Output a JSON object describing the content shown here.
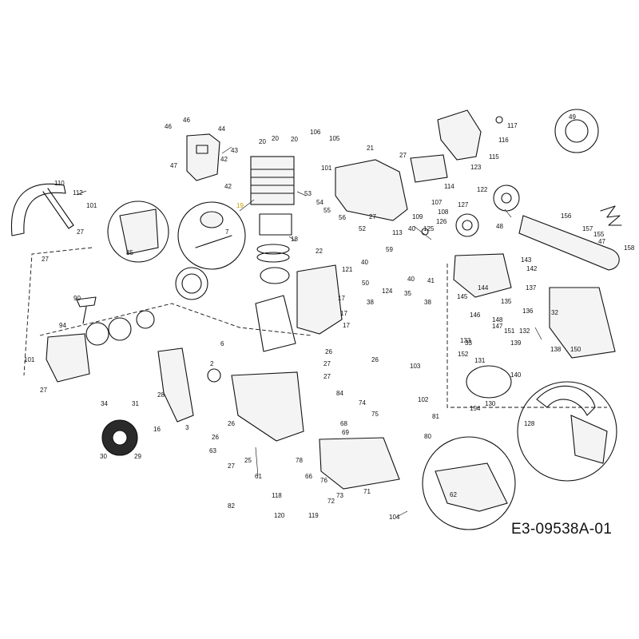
{
  "document_code": "E3-09538A-01",
  "highlight_color": "#c9a000",
  "callouts": [
    {
      "id": "c46a",
      "text": "46",
      "hl": false
    },
    {
      "id": "c46b",
      "text": "46",
      "hl": false
    },
    {
      "id": "c44",
      "text": "44",
      "hl": false
    },
    {
      "id": "c43",
      "text": "43",
      "hl": false
    },
    {
      "id": "c42a",
      "text": "42",
      "hl": false
    },
    {
      "id": "c42b",
      "text": "42",
      "hl": false
    },
    {
      "id": "c47a",
      "text": "47",
      "hl": false
    },
    {
      "id": "c20a",
      "text": "20",
      "hl": false
    },
    {
      "id": "c20b",
      "text": "20",
      "hl": false
    },
    {
      "id": "c20c",
      "text": "20",
      "hl": false
    },
    {
      "id": "c106",
      "text": "106",
      "hl": false
    },
    {
      "id": "c105",
      "text": "105",
      "hl": false
    },
    {
      "id": "c21",
      "text": "21",
      "hl": false
    },
    {
      "id": "c101a",
      "text": "101",
      "hl": false
    },
    {
      "id": "c117",
      "text": "117",
      "hl": false
    },
    {
      "id": "c116",
      "text": "116",
      "hl": false
    },
    {
      "id": "c49",
      "text": "49",
      "hl": false
    },
    {
      "id": "c115",
      "text": "115",
      "hl": false
    },
    {
      "id": "c27a",
      "text": "27",
      "hl": false
    },
    {
      "id": "c114",
      "text": "114",
      "hl": false
    },
    {
      "id": "c123",
      "text": "123",
      "hl": false
    },
    {
      "id": "c122",
      "text": "122",
      "hl": false
    },
    {
      "id": "c110",
      "text": "110",
      "hl": false
    },
    {
      "id": "c112",
      "text": "112",
      "hl": false
    },
    {
      "id": "c101b",
      "text": "101",
      "hl": false
    },
    {
      "id": "c19",
      "text": "19",
      "hl": true
    },
    {
      "id": "c53",
      "text": "53",
      "hl": false
    },
    {
      "id": "c54",
      "text": "54",
      "hl": false
    },
    {
      "id": "c55",
      "text": "55",
      "hl": false
    },
    {
      "id": "c56",
      "text": "56",
      "hl": false
    },
    {
      "id": "c27b",
      "text": "27",
      "hl": false
    },
    {
      "id": "c109",
      "text": "109",
      "hl": false
    },
    {
      "id": "c107",
      "text": "107",
      "hl": false
    },
    {
      "id": "c108",
      "text": "108",
      "hl": false
    },
    {
      "id": "c126",
      "text": "126",
      "hl": false
    },
    {
      "id": "c127",
      "text": "127",
      "hl": false
    },
    {
      "id": "c48",
      "text": "48",
      "hl": false
    },
    {
      "id": "c156",
      "text": "156",
      "hl": false
    },
    {
      "id": "c157",
      "text": "157",
      "hl": false
    },
    {
      "id": "c155",
      "text": "155",
      "hl": false
    },
    {
      "id": "c47b",
      "text": "47",
      "hl": false
    },
    {
      "id": "c158",
      "text": "158",
      "hl": false
    },
    {
      "id": "c27c",
      "text": "27",
      "hl": false
    },
    {
      "id": "c27d",
      "text": "27",
      "hl": false
    },
    {
      "id": "c85",
      "text": "85",
      "hl": false
    },
    {
      "id": "c7",
      "text": "7",
      "hl": false
    },
    {
      "id": "c18",
      "text": "18",
      "hl": false
    },
    {
      "id": "c52",
      "text": "52",
      "hl": false
    },
    {
      "id": "c113",
      "text": "113",
      "hl": false
    },
    {
      "id": "c40a",
      "text": "40",
      "hl": false
    },
    {
      "id": "c40b",
      "text": "40",
      "hl": false
    },
    {
      "id": "c125",
      "text": "125",
      "hl": false
    },
    {
      "id": "c41",
      "text": "41",
      "hl": false
    },
    {
      "id": "c59",
      "text": "59",
      "hl": false
    },
    {
      "id": "c40c",
      "text": "40",
      "hl": false
    },
    {
      "id": "c22",
      "text": "22",
      "hl": false
    },
    {
      "id": "c121",
      "text": "121",
      "hl": false
    },
    {
      "id": "c50",
      "text": "50",
      "hl": false
    },
    {
      "id": "c124",
      "text": "124",
      "hl": false
    },
    {
      "id": "c35",
      "text": "35",
      "hl": false
    },
    {
      "id": "c38a",
      "text": "38",
      "hl": false
    },
    {
      "id": "c38b",
      "text": "38",
      "hl": false
    },
    {
      "id": "c90",
      "text": "90",
      "hl": false
    },
    {
      "id": "c94",
      "text": "94",
      "hl": false
    },
    {
      "id": "c17a",
      "text": "17",
      "hl": false
    },
    {
      "id": "c17b",
      "text": "17",
      "hl": false
    },
    {
      "id": "c17c",
      "text": "17",
      "hl": false
    },
    {
      "id": "c143",
      "text": "143",
      "hl": false
    },
    {
      "id": "c142",
      "text": "142",
      "hl": false
    },
    {
      "id": "c144",
      "text": "144",
      "hl": false
    },
    {
      "id": "c145",
      "text": "145",
      "hl": false
    },
    {
      "id": "c135",
      "text": "135",
      "hl": false
    },
    {
      "id": "c137",
      "text": "137",
      "hl": false
    },
    {
      "id": "c136",
      "text": "136",
      "hl": false
    },
    {
      "id": "c146",
      "text": "146",
      "hl": false
    },
    {
      "id": "c148",
      "text": "148",
      "hl": false
    },
    {
      "id": "c147",
      "text": "147",
      "hl": false
    },
    {
      "id": "c132",
      "text": "132",
      "hl": false
    },
    {
      "id": "c151",
      "text": "151",
      "hl": false
    },
    {
      "id": "c133",
      "text": "133",
      "hl": false
    },
    {
      "id": "c139",
      "text": "139",
      "hl": false
    },
    {
      "id": "c138",
      "text": "138",
      "hl": false
    },
    {
      "id": "c150",
      "text": "150",
      "hl": false
    },
    {
      "id": "c101c",
      "text": "101",
      "hl": false
    },
    {
      "id": "c6",
      "text": "6",
      "hl": false
    },
    {
      "id": "c2",
      "text": "2",
      "hl": false
    },
    {
      "id": "c26a",
      "text": "26",
      "hl": false
    },
    {
      "id": "c26b",
      "text": "26",
      "hl": false
    },
    {
      "id": "c26c",
      "text": "26",
      "hl": false
    },
    {
      "id": "c27e",
      "text": "27",
      "hl": false
    },
    {
      "id": "c27f",
      "text": "27",
      "hl": false
    },
    {
      "id": "c103",
      "text": "103",
      "hl": false
    },
    {
      "id": "c152",
      "text": "152",
      "hl": false
    },
    {
      "id": "c131",
      "text": "131",
      "hl": false
    },
    {
      "id": "c140",
      "text": "140",
      "hl": false
    },
    {
      "id": "c154",
      "text": "154",
      "hl": false
    },
    {
      "id": "c130",
      "text": "130",
      "hl": false
    },
    {
      "id": "c128",
      "text": "128",
      "hl": false
    },
    {
      "id": "c27g",
      "text": "27",
      "hl": false
    },
    {
      "id": "c34",
      "text": "34",
      "hl": false
    },
    {
      "id": "c31",
      "text": "31",
      "hl": false
    },
    {
      "id": "c28",
      "text": "28",
      "hl": false
    },
    {
      "id": "c16",
      "text": "16",
      "hl": false
    },
    {
      "id": "c3",
      "text": "3",
      "hl": false
    },
    {
      "id": "c84",
      "text": "84",
      "hl": false
    },
    {
      "id": "c74",
      "text": "74",
      "hl": false
    },
    {
      "id": "c102",
      "text": "102",
      "hl": false
    },
    {
      "id": "c75",
      "text": "75",
      "hl": false
    },
    {
      "id": "c81",
      "text": "81",
      "hl": false
    },
    {
      "id": "c68",
      "text": "68",
      "hl": false
    },
    {
      "id": "c69",
      "text": "69",
      "hl": false
    },
    {
      "id": "c80",
      "text": "80",
      "hl": false
    },
    {
      "id": "c30",
      "text": "30",
      "hl": false
    },
    {
      "id": "c29",
      "text": "29",
      "hl": false
    },
    {
      "id": "c26d",
      "text": "26",
      "hl": false
    },
    {
      "id": "c63",
      "text": "63",
      "hl": false
    },
    {
      "id": "c27h",
      "text": "27",
      "hl": false
    },
    {
      "id": "c25",
      "text": "25",
      "hl": false
    },
    {
      "id": "c61",
      "text": "61",
      "hl": false
    },
    {
      "id": "c78",
      "text": "78",
      "hl": false
    },
    {
      "id": "c66",
      "text": "66",
      "hl": false
    },
    {
      "id": "c76",
      "text": "76",
      "hl": false
    },
    {
      "id": "c71",
      "text": "71",
      "hl": false
    },
    {
      "id": "c73",
      "text": "73",
      "hl": false
    },
    {
      "id": "c72",
      "text": "72",
      "hl": false
    },
    {
      "id": "c62",
      "text": "62",
      "hl": false
    },
    {
      "id": "c82",
      "text": "82",
      "hl": false
    },
    {
      "id": "c118",
      "text": "118",
      "hl": false
    },
    {
      "id": "c120",
      "text": "120",
      "hl": false
    },
    {
      "id": "c119",
      "text": "119",
      "hl": false
    },
    {
      "id": "c104",
      "text": "104",
      "hl": false
    },
    {
      "id": "c33",
      "text": "33",
      "hl": false
    },
    {
      "id": "c32",
      "text": "32",
      "hl": false
    }
  ]
}
